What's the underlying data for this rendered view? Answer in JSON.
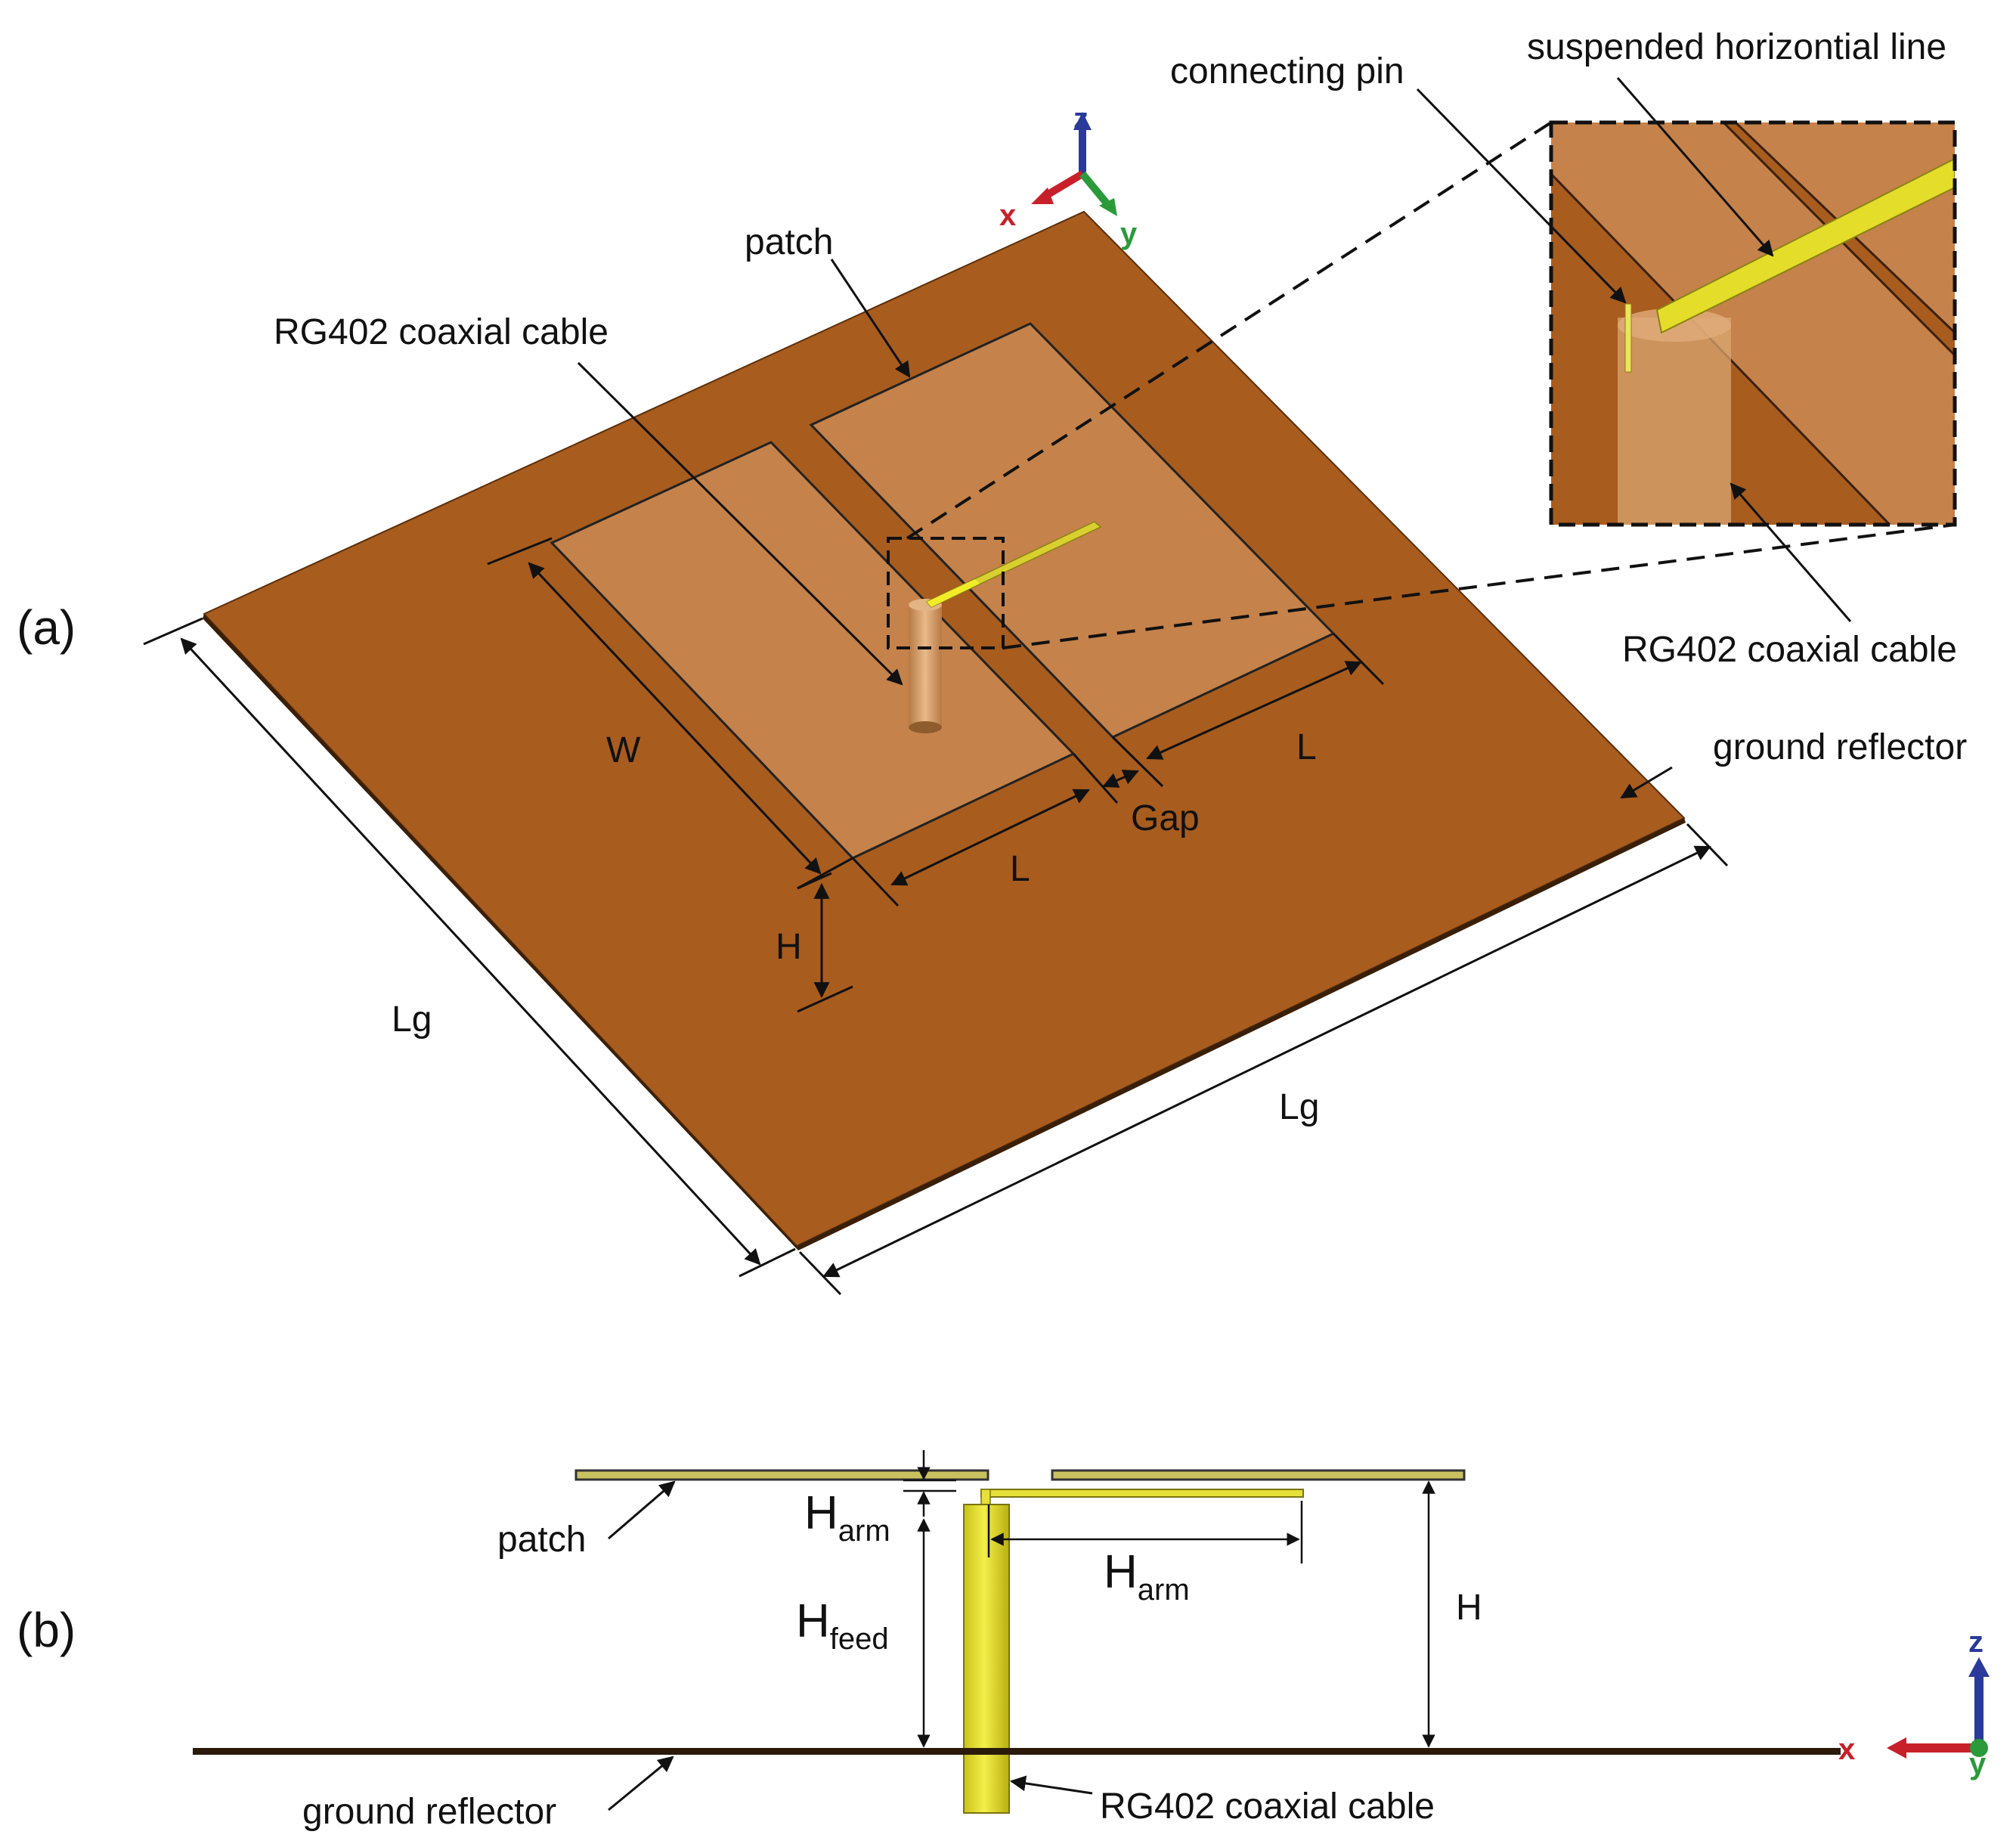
{
  "panel_a": {
    "panel_label": "(a)",
    "labels": {
      "patch": "patch",
      "coax_cable": "RG402 coaxial cable",
      "connecting_pin": "connecting pin",
      "suspended_line": "suspended horizontial line",
      "coax_cable_inset": "RG402 coaxial cable",
      "ground_reflector": "ground reflector",
      "W": "W",
      "L_left": "L",
      "L_right": "L",
      "Gap": "Gap",
      "H": "H",
      "Lg_left": "Lg",
      "Lg_right": "Lg"
    },
    "axes": {
      "x": "x",
      "y": "y",
      "z": "z"
    }
  },
  "panel_b": {
    "panel_label": "(b)",
    "labels": {
      "patch": "patch",
      "ground_reflector": "ground reflector",
      "coax_cable": "RG402 coaxial cable",
      "H_arm_small_main": "H",
      "H_arm_small_sub": "arm",
      "H_arm_main": "H",
      "H_arm_sub": "arm",
      "H_feed_main": "H",
      "H_feed_sub": "feed",
      "H": "H"
    },
    "axes": {
      "x": "x",
      "y": "y",
      "z": "z"
    }
  },
  "colors": {
    "ground": "#a85c1e",
    "patch": "#c5824a",
    "coax": "#d4a574",
    "feed_line": "#e6e03a",
    "axis_x": "#c8202a",
    "axis_y": "#2a9a3a",
    "axis_z": "#2a3a9a"
  }
}
